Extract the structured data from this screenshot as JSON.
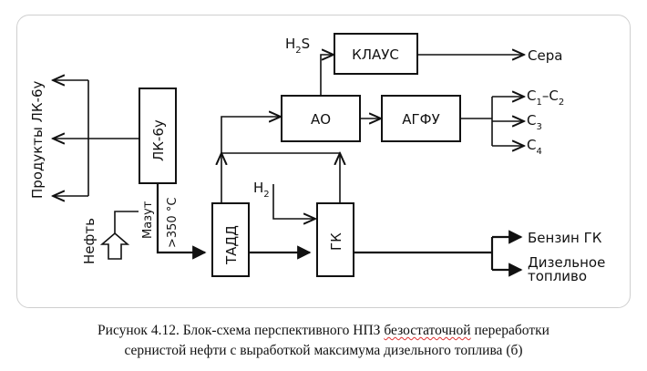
{
  "blocks": {
    "lk6u": "ЛК-6у",
    "klaus": "КЛАУС",
    "ao": "АО",
    "agfu": "АГФУ",
    "tadd": "ТАДД",
    "gk": "ГК"
  },
  "labels": {
    "products_lk6u": "Продукты ЛК-6у",
    "oil": "Нефть",
    "mazut": "Мазут",
    "temp": ">350 °С",
    "h2s_main": "H",
    "h2s_sub": "2",
    "h2s_tail": "S",
    "h2_main": "H",
    "h2_sub": "2",
    "sulfur": "Сера",
    "c_main": "C",
    "c1_sub": "1",
    "dash": "–",
    "c2_sub": "2",
    "c3_sub": "3",
    "c4_sub": "4",
    "gasoline": "Бензин ГК",
    "diesel_line1": "Дизельное",
    "diesel_line2": "топливо"
  },
  "caption": {
    "line1_a": "Рисунок 4.12. Блок-схема перспективного НПЗ ",
    "line1_b": "безостаточной",
    "line1_c": " переработки",
    "line2": "сернистой нефти с выработкой максимума дизельного топлива (б)"
  }
}
